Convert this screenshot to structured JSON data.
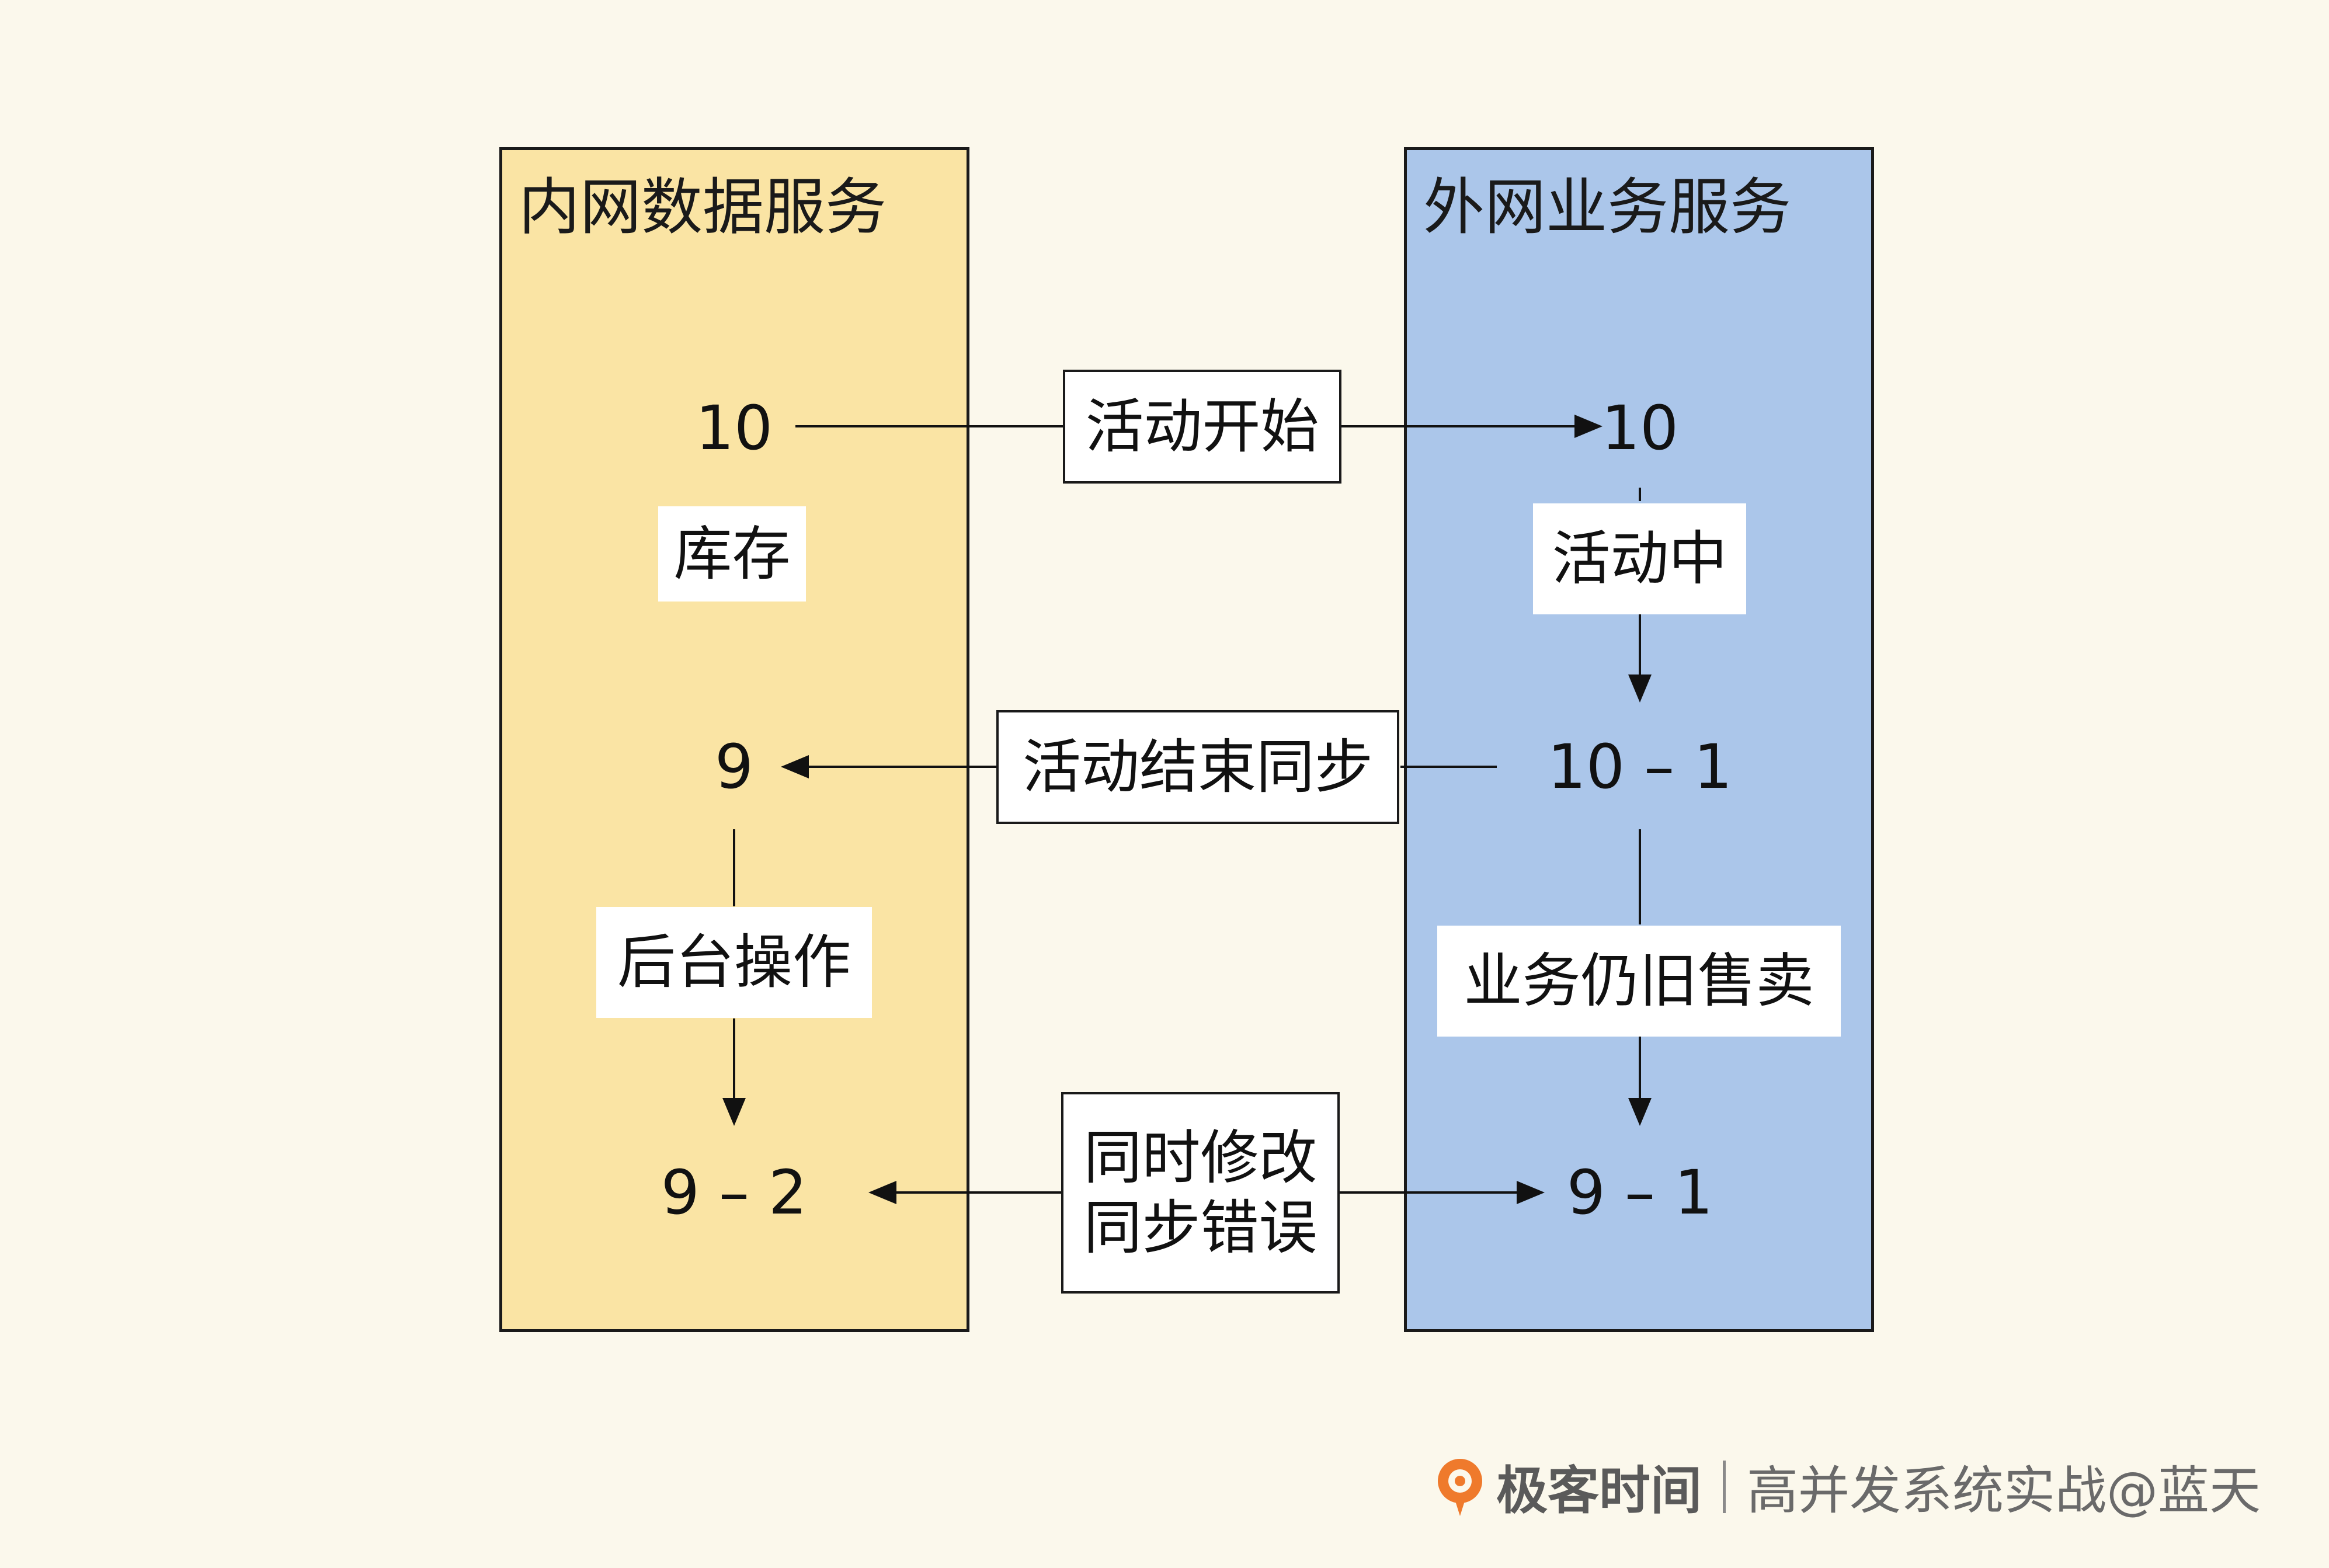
{
  "panels": {
    "left": {
      "title": "内网数据服务",
      "color": "#fae4a4"
    },
    "right": {
      "title": "外网业务服务",
      "color": "#abc6ea"
    }
  },
  "left_values": {
    "initial": "10",
    "after_sync": "9",
    "after_admin": "9 – 2"
  },
  "right_values": {
    "initial": "10",
    "after_sale": "10 – 1",
    "after_sync": "9 – 1"
  },
  "labels": {
    "stock": "库存",
    "activity_start": "活动开始",
    "in_activity": "活动中",
    "activity_end_sync": "活动结束同步",
    "admin_operation": "后台操作",
    "still_selling": "业务仍旧售卖",
    "concurrent_error_line1": "同时修改",
    "concurrent_error_line2": "同步错误"
  },
  "brand": {
    "logo_icon": "geektime-logo-icon",
    "name": "极客时间",
    "course": "高并发系统实战@蓝天"
  }
}
